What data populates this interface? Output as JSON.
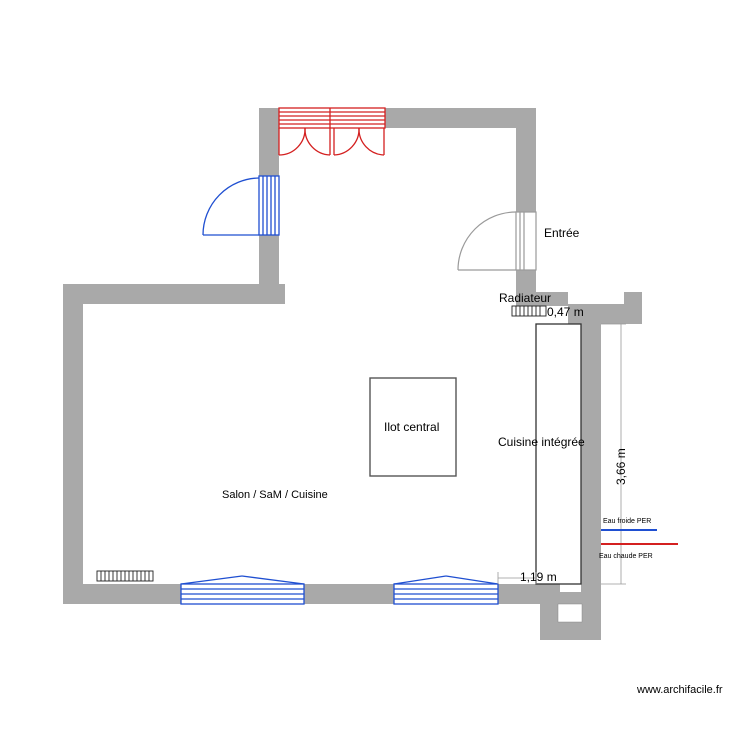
{
  "rooms": {
    "main_label": "Salon / SaM / Cuisine",
    "island_label": "Ilot central",
    "kitchen_label": "Cuisine intégrée",
    "entrance_label": "Entrée"
  },
  "annotations": {
    "radiator_label": "Radiateur",
    "cold_water_label": "Eau froide PER",
    "hot_water_label": "Eau chaude PER"
  },
  "dimensions": {
    "radiator_gap": "0,47 m",
    "kitchen_length": "3,66 m",
    "bottom_gap": "1,19 m"
  },
  "footer": {
    "watermark": "www.archifacile.fr"
  },
  "colors": {
    "wall": "#a9a9a9",
    "window_blue": "#1f4fd1",
    "door_red": "#d42020",
    "door_grey": "#9a9a9a",
    "cold_water": "#1f4fd1",
    "hot_water": "#d42020"
  }
}
